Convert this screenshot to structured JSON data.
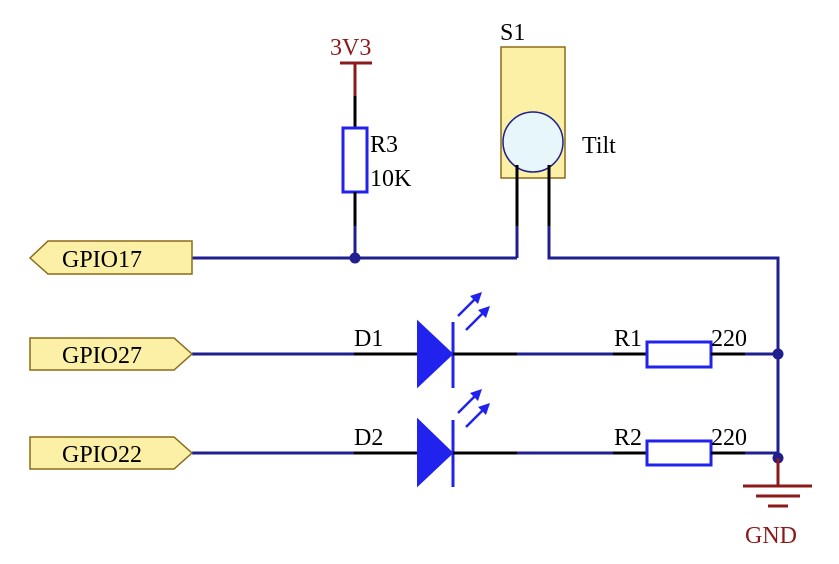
{
  "colors": {
    "wire": "#1f1f8f",
    "component": "#2222ee",
    "power": "#8b1a1a",
    "port_fill": "#fbf0a6",
    "switch_fill": "#fbf0a6",
    "ball_fill": "#e6f6fb"
  },
  "ports": {
    "gpio17": "GPIO17",
    "gpio27": "GPIO27",
    "gpio22": "GPIO22"
  },
  "power": {
    "vcc": "3V3",
    "gnd": "GND"
  },
  "components": {
    "r3": {
      "ref": "R3",
      "value": "10K"
    },
    "s1": {
      "ref": "S1",
      "type": "Tilt"
    },
    "d1": {
      "ref": "D1"
    },
    "d2": {
      "ref": "D2"
    },
    "r1": {
      "ref": "R1",
      "value": "220"
    },
    "r2": {
      "ref": "R2",
      "value": "220"
    }
  }
}
